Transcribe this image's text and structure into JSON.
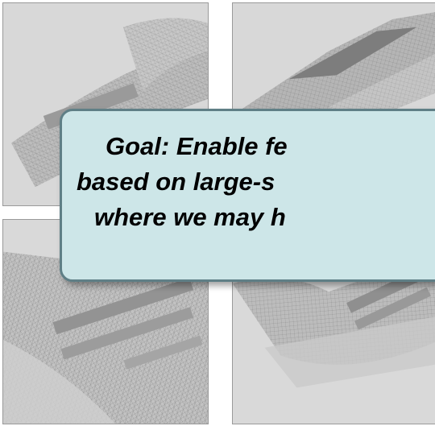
{
  "callout": {
    "lines": [
      "Goal: Enable fe",
      "based on large-s",
      "where we may h"
    ]
  },
  "panels": [
    {
      "name": "mesh-panel-top-left",
      "depicts": "wing-mesh-render"
    },
    {
      "name": "mesh-panel-top-right",
      "depicts": "wing-mesh-render"
    },
    {
      "name": "mesh-panel-bottom-left",
      "depicts": "wing-mesh-render"
    },
    {
      "name": "mesh-panel-bottom-right",
      "depicts": "wing-mesh-render"
    }
  ],
  "colors": {
    "panel_background": "#d9d9d9",
    "callout_fill": "#cde6e8",
    "callout_border": "#5f7f86",
    "text": "#000000"
  }
}
